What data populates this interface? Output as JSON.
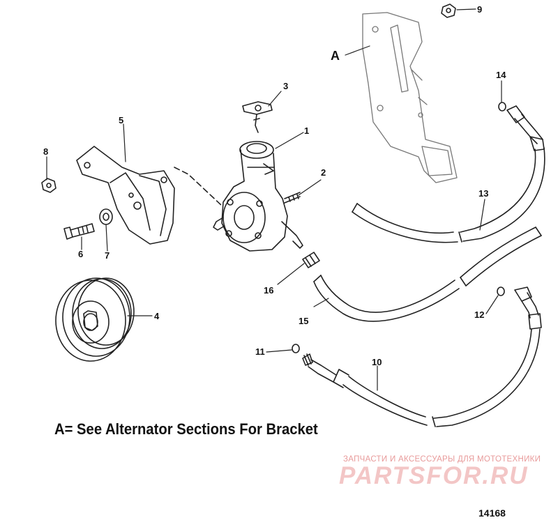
{
  "diagram": {
    "callouts": [
      {
        "id": "1",
        "label": "1"
      },
      {
        "id": "2",
        "label": "2"
      },
      {
        "id": "3",
        "label": "3"
      },
      {
        "id": "4",
        "label": "4"
      },
      {
        "id": "5",
        "label": "5"
      },
      {
        "id": "6",
        "label": "6"
      },
      {
        "id": "7",
        "label": "7"
      },
      {
        "id": "8",
        "label": "8"
      },
      {
        "id": "9",
        "label": "9"
      },
      {
        "id": "10",
        "label": "10"
      },
      {
        "id": "11",
        "label": "11"
      },
      {
        "id": "12",
        "label": "12"
      },
      {
        "id": "13",
        "label": "13"
      },
      {
        "id": "14",
        "label": "14"
      },
      {
        "id": "15",
        "label": "15"
      },
      {
        "id": "16",
        "label": "16"
      },
      {
        "id": "A",
        "label": "A"
      }
    ],
    "caption": "A= See Alternator Sections For Bracket",
    "figure_number": "14168"
  },
  "watermark": {
    "tagline": "ЗАПЧАСТИ И АКСЕССУАРЫ ДЛЯ МОТОТЕХНИКИ",
    "logo": "PARTSFOR.RU"
  }
}
